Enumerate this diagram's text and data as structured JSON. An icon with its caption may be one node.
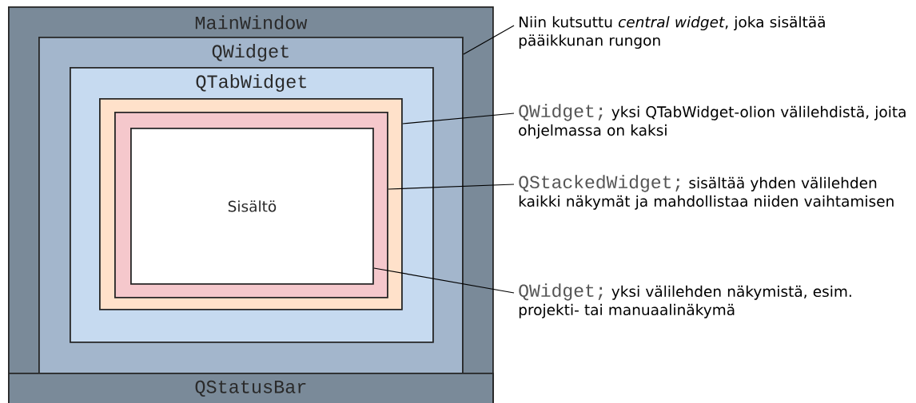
{
  "diagram": {
    "nodes": [
      {
        "text": [
          "MainWindow"
        ]
      },
      {
        "text": [
          "QWidget"
        ],
        "in": 0
      },
      {
        "text": [
          "QTabWidget"
        ],
        "in": 1
      },
      {
        "text": [],
        "shape": "box",
        "in": 2
      },
      {
        "text": [],
        "shape": "box",
        "in": 3
      },
      {
        "text": [
          "Sisältö"
        ],
        "in": 4
      },
      {
        "text": [
          "QStatusBar"
        ],
        "in": 0
      },
      {
        "text": [
          "Niin kutsuttu *central widget*, joka sisältää pääikkunan rungon"
        ]
      },
      {
        "text": [
          "QWidget;",
          "yksi QTabWidget-olion välilehdistä, joita ohjelmassa on kaksi"
        ]
      },
      {
        "text": [
          "QStackedWidget;",
          "sisältää yhden välilehden kaikki näkymät ja mahdollistaa niiden vaihtamisen"
        ]
      },
      {
        "text": [
          "QWidget;",
          "yksi välilehden näkymistä, esim. projekti- tai manuaalinäkymä"
        ]
      }
    ],
    "edges": [
      {
        "from": 7,
        "to": 1,
        "arrow": "none"
      },
      {
        "from": 8,
        "to": 3,
        "arrow": "none"
      },
      {
        "from": 9,
        "to": 4,
        "arrow": "none"
      },
      {
        "from": 10,
        "to": 5,
        "arrow": "none"
      }
    ]
  }
}
